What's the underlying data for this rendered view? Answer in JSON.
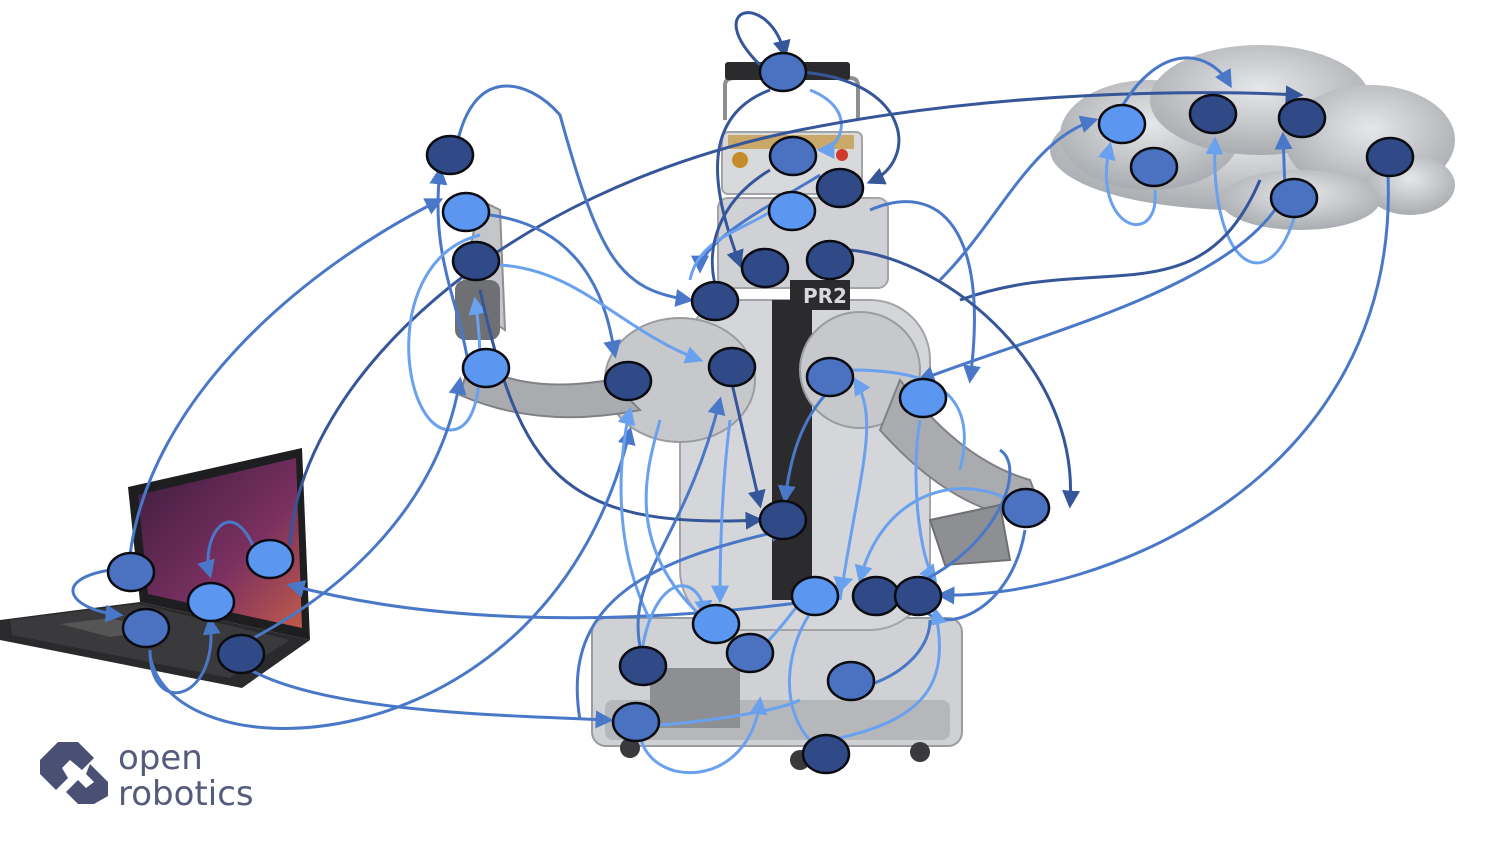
{
  "colors": {
    "dark_node": "#2f4a86",
    "mid_node": "#4a72c0",
    "light_node": "#5b97f0",
    "edge_dark": "#36569a",
    "edge_mid": "#4a78c8",
    "edge_light": "#6aa1ef",
    "robot_body": "#c9cbce",
    "robot_dark": "#3a3a3c",
    "laptop": "#1e1e20",
    "screen_purple": "#6a2a5a",
    "cloud": "#b9bcc0",
    "logo": "#4a4f74"
  },
  "icons": {
    "robot": "pr2-robot-icon",
    "laptop": "laptop-icon",
    "cloud": "cloud-icon",
    "logo": "open-robotics-logo-icon"
  },
  "robot_label": "PR2",
  "logo": {
    "line1": "open",
    "line2": "robotics"
  }
}
